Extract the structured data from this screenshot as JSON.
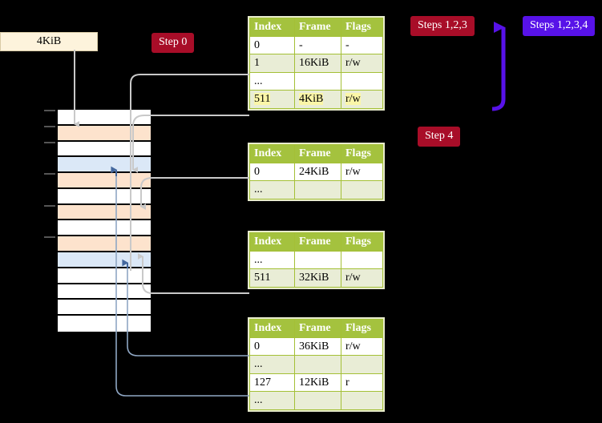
{
  "labels": {
    "step0": "Step 0",
    "step4": "Step 4",
    "steps123": "Steps 1,2,3",
    "steps1234": "Steps 1,2,3,4",
    "frame_box": "4KiB"
  },
  "colors": {
    "badge_red": "#a80d28",
    "badge_purple": "#5712e8",
    "table_header": "#a4c23e",
    "table_row_alt": "#e9edd6",
    "highlight": "#fbf6a8",
    "mem_peach": "#fde3cd",
    "mem_blue": "#dbe8f7",
    "frame_box_bg": "#fdf3dc",
    "connector_gray": "#c9c9c9",
    "connector_blue": "#8fa7c4",
    "arrow_blue": "#44689e"
  },
  "tables": [
    {
      "name": "pml4-table",
      "headers": [
        "Index",
        "Frame",
        "Flags"
      ],
      "rows": [
        {
          "index": "0",
          "frame": "-",
          "flags": "-",
          "highlight": false
        },
        {
          "index": "1",
          "frame": "16KiB",
          "flags": "r/w",
          "highlight": false
        },
        {
          "index": "...",
          "frame": "",
          "flags": "",
          "highlight": false
        },
        {
          "index": "511",
          "frame": "4KiB",
          "flags": "r/w",
          "highlight": true
        }
      ]
    },
    {
      "name": "pdpt-table",
      "headers": [
        "Index",
        "Frame",
        "Flags"
      ],
      "rows": [
        {
          "index": "0",
          "frame": "24KiB",
          "flags": "r/w",
          "highlight": false
        },
        {
          "index": "...",
          "frame": "",
          "flags": "",
          "highlight": false
        }
      ]
    },
    {
      "name": "pd-table",
      "headers": [
        "Index",
        "Frame",
        "Flags"
      ],
      "rows": [
        {
          "index": "...",
          "frame": "",
          "flags": "",
          "highlight": false
        },
        {
          "index": "511",
          "frame": "32KiB",
          "flags": "r/w",
          "highlight": false
        }
      ]
    },
    {
      "name": "pt-table",
      "headers": [
        "Index",
        "Frame",
        "Flags"
      ],
      "rows": [
        {
          "index": "0",
          "frame": "36KiB",
          "flags": "r/w",
          "highlight": false
        },
        {
          "index": "...",
          "frame": "",
          "flags": "",
          "highlight": false
        },
        {
          "index": "127",
          "frame": "12KiB",
          "flags": "r",
          "highlight": false
        },
        {
          "index": "...",
          "frame": "",
          "flags": "",
          "highlight": false
        }
      ]
    }
  ],
  "memory_rows": [
    {
      "fill": "white"
    },
    {
      "fill": "peach"
    },
    {
      "fill": "white"
    },
    {
      "fill": "blue"
    },
    {
      "fill": "peach"
    },
    {
      "fill": "white"
    },
    {
      "fill": "peach"
    },
    {
      "fill": "white"
    },
    {
      "fill": "peach"
    },
    {
      "fill": "blue"
    },
    {
      "fill": "white"
    },
    {
      "fill": "white"
    },
    {
      "fill": "white"
    },
    {
      "fill": "white"
    }
  ]
}
